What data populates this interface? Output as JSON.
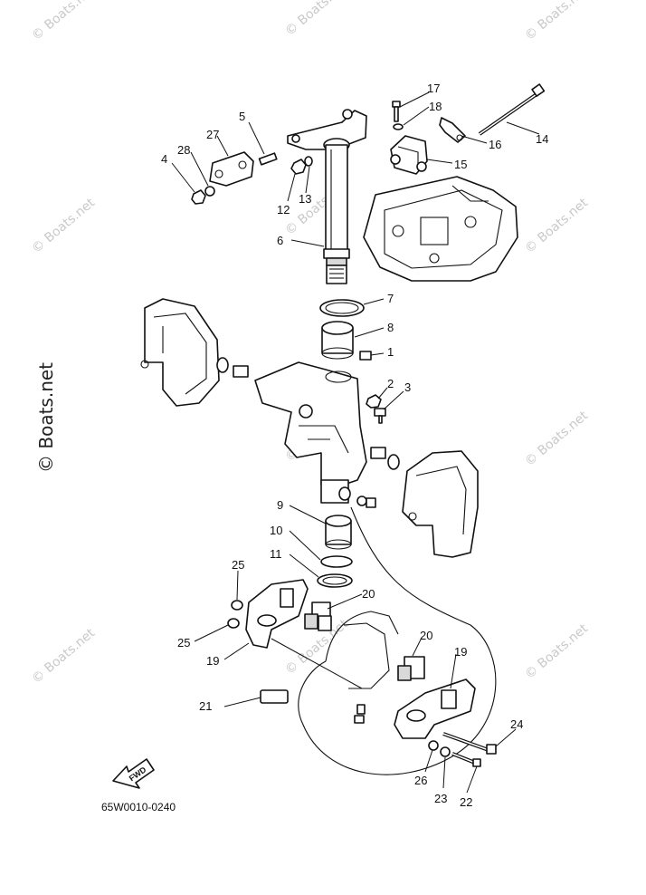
{
  "watermark": "© Boats.net",
  "diagram_code": "65W0010-0240",
  "fwd_label": "FWD",
  "callouts": {
    "p1": "1",
    "p2": "2",
    "p3": "3",
    "p4": "4",
    "p5": "5",
    "p6": "6",
    "p7": "7",
    "p8": "8",
    "p9": "9",
    "p10": "10",
    "p11": "11",
    "p12": "12",
    "p13": "13",
    "p14": "14",
    "p15": "15",
    "p16": "16",
    "p17": "17",
    "p18": "18",
    "p19a": "19",
    "p19b": "19",
    "p20a": "20",
    "p20b": "20",
    "p21": "21",
    "p22": "22",
    "p23": "23",
    "p24": "24",
    "p25a": "25",
    "p25b": "25",
    "p26": "26",
    "p27": "27",
    "p28": "28"
  }
}
